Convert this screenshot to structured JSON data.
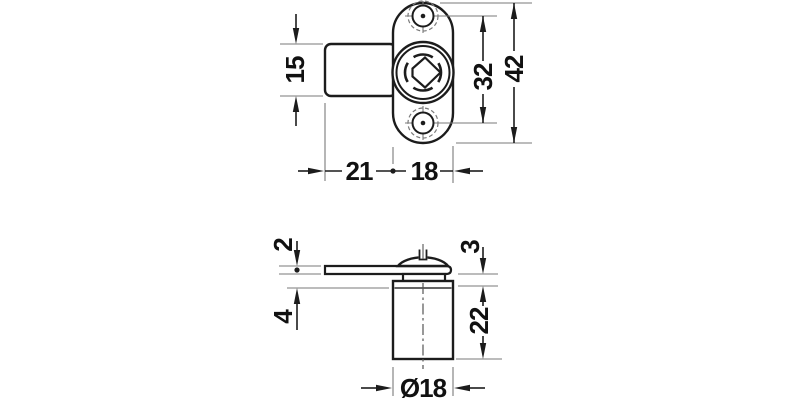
{
  "drawing": {
    "description": "technical dimensional drawing, lock cylinder with oval mounting plate, front view and side view",
    "colors": {
      "background": "#ffffff",
      "object_line": "#1c1c1c",
      "thin_line": "#7a7a7a",
      "text": "#111111"
    }
  },
  "dims": {
    "d15": "15",
    "d32": "32",
    "d42": "42",
    "d21": "21",
    "d18": "18",
    "d2": "2",
    "d4": "4",
    "d3": "3",
    "d22": "22",
    "dia18": "Ø18"
  }
}
